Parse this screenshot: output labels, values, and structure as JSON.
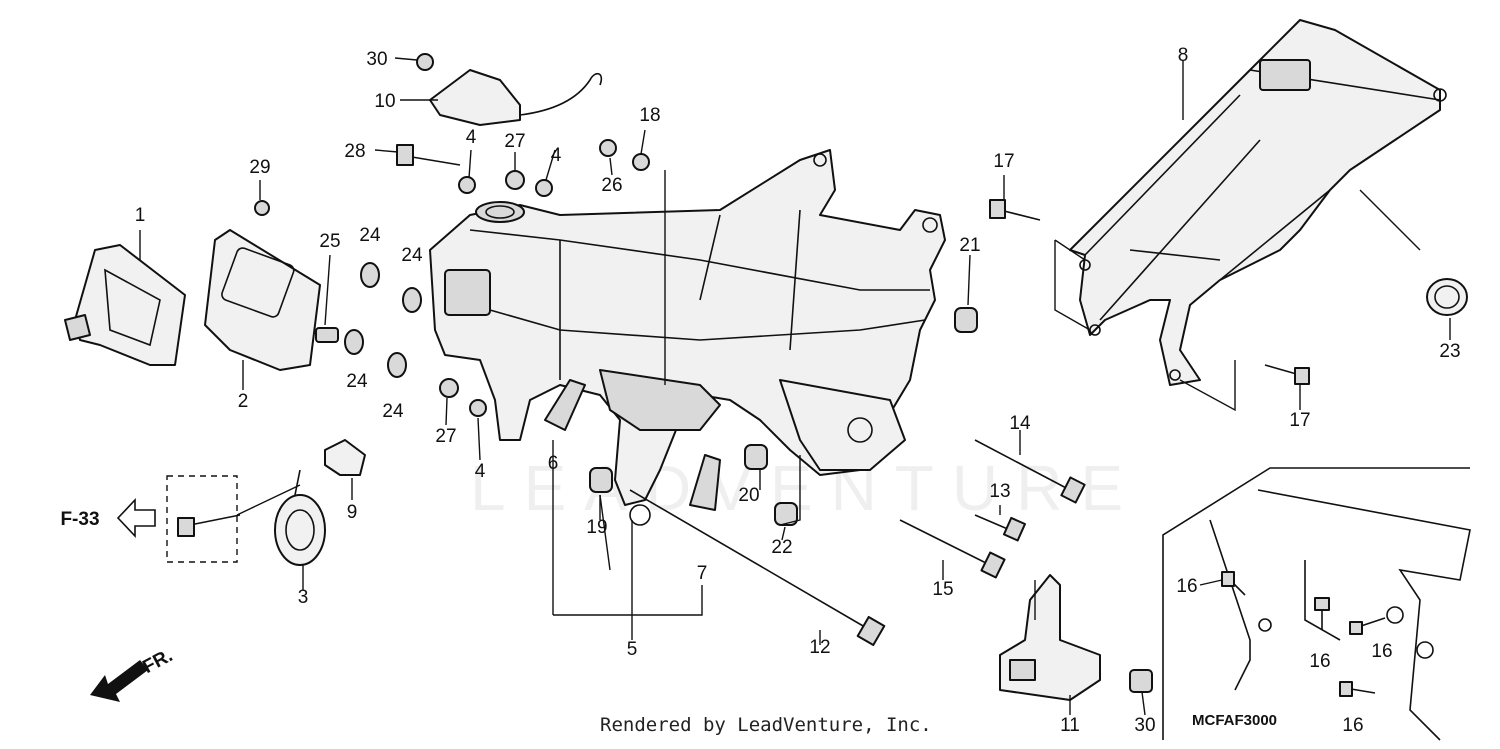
{
  "diagram": {
    "callouts": [
      "1",
      "2",
      "3",
      "4",
      "4",
      "4",
      "5",
      "6",
      "7",
      "8",
      "9",
      "10",
      "11",
      "12",
      "13",
      "14",
      "15",
      "16",
      "16",
      "16",
      "16",
      "17",
      "17",
      "18",
      "19",
      "20",
      "21",
      "22",
      "23",
      "24",
      "24",
      "24",
      "24",
      "25",
      "26",
      "27",
      "27",
      "28",
      "29",
      "30",
      "30"
    ],
    "ref_label": "F-33",
    "direction_label": "FR.",
    "diagram_code": "MCFAF3000",
    "footer": "Rendered by LeadVenture, Inc.",
    "watermark": "LEADVENTURE"
  }
}
